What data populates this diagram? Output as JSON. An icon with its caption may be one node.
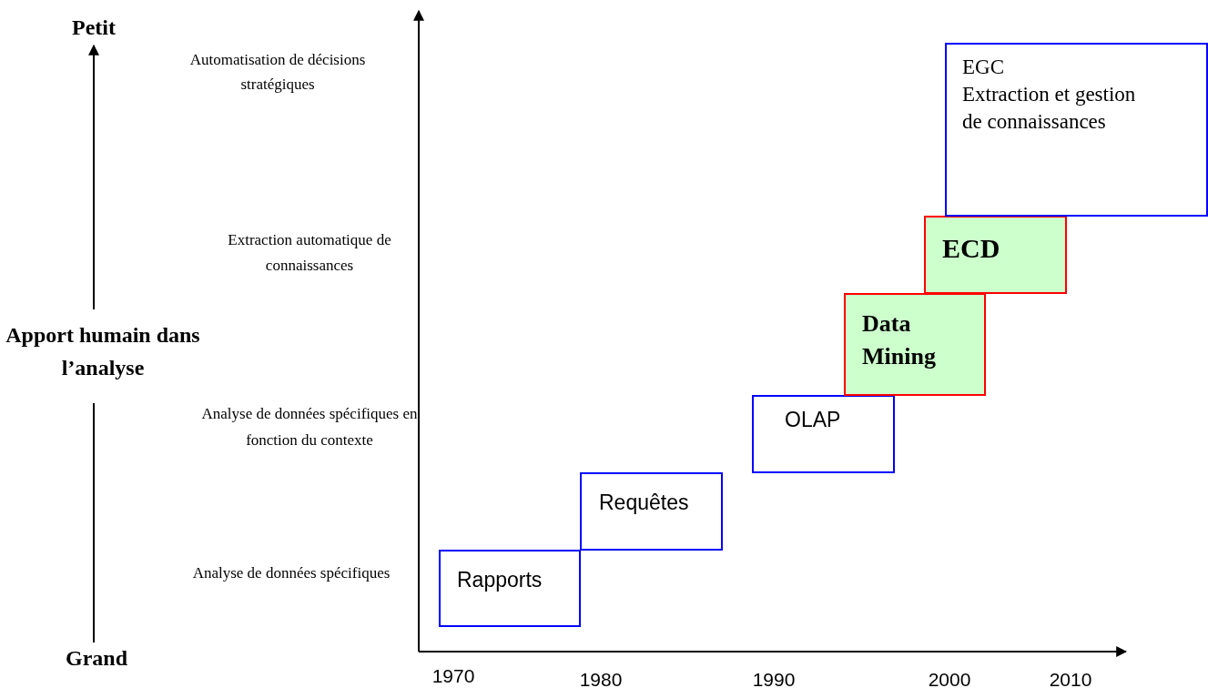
{
  "diagram": {
    "nodes": [
      {
        "text": [
          "Rapports"
        ]
      },
      {
        "text": [
          "Requêtes"
        ]
      },
      {
        "text": [
          "OLAP"
        ]
      },
      {
        "text": [
          "Data Mining"
        ]
      },
      {
        "text": [
          "ECD"
        ]
      },
      {
        "text": [
          "EGC",
          "Extraction et gestion de connaissances"
        ]
      }
    ],
    "labels": [
      "Petit",
      "Automatisation de décisions stratégiques",
      "Extraction automatique de connaissances",
      "Apport humain dans l’analyse",
      "Analyse de données spécifiques en fonction du contexte",
      "Analyse de données spécifiques",
      "Grand",
      "1970",
      "1980",
      "1990",
      "2000",
      "2010"
    ]
  }
}
